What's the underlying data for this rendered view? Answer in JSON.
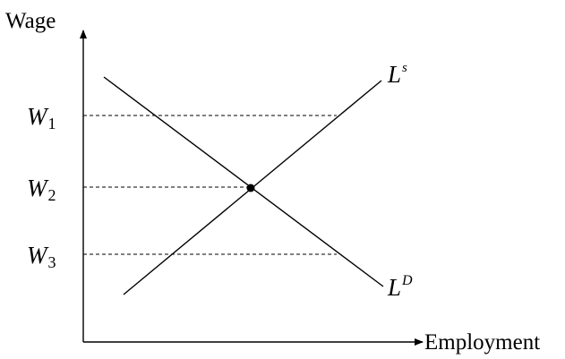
{
  "diagram": {
    "y_axis_label": "Wage",
    "x_axis_label": "Employment",
    "wage_levels": [
      {
        "base": "W",
        "sub": "1"
      },
      {
        "base": "W",
        "sub": "2"
      },
      {
        "base": "W",
        "sub": "3"
      }
    ],
    "supply_curve": {
      "base": "L",
      "sup": "s"
    },
    "demand_curve": {
      "base": "L",
      "sup": "D"
    }
  }
}
